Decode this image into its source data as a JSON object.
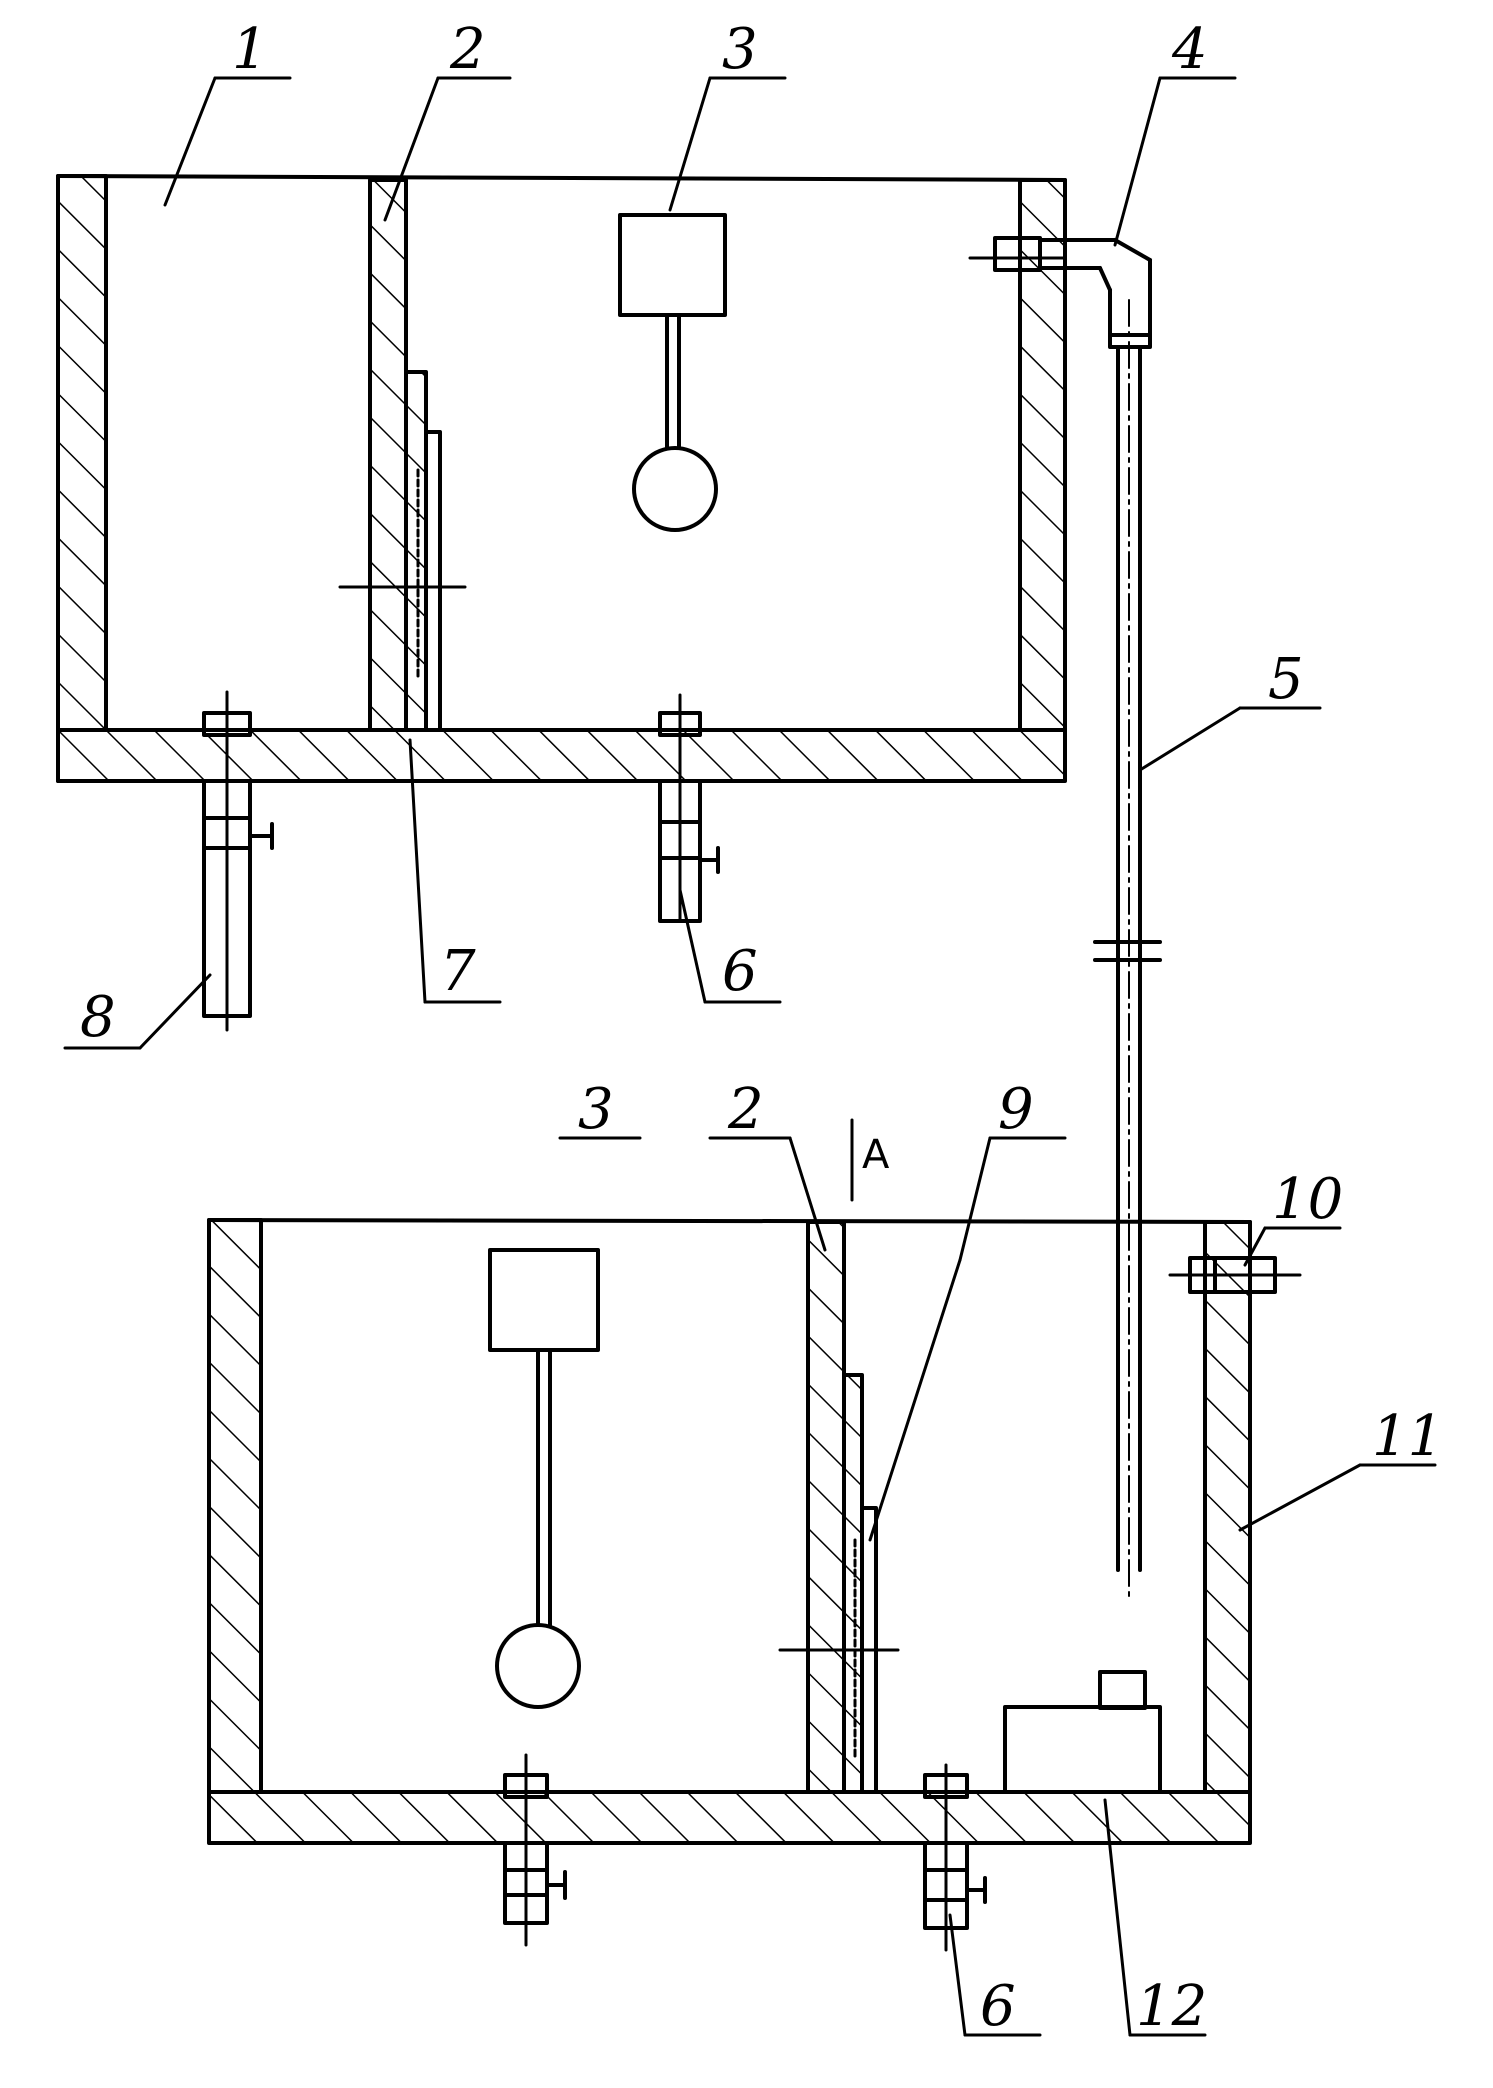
{
  "labels": {
    "l1": "1",
    "l2_top": "2",
    "l3_top": "3",
    "l4": "4",
    "l5": "5",
    "l6_top": "6",
    "l7": "7",
    "l8": "8",
    "l3_bottom": "3",
    "l2_bottom": "2",
    "lA": "A",
    "l9": "9",
    "l10": "10",
    "l11": "11",
    "l6_bottom": "6",
    "l12": "12"
  },
  "colors": {
    "ink": "#000000",
    "paper": "#ffffff"
  }
}
